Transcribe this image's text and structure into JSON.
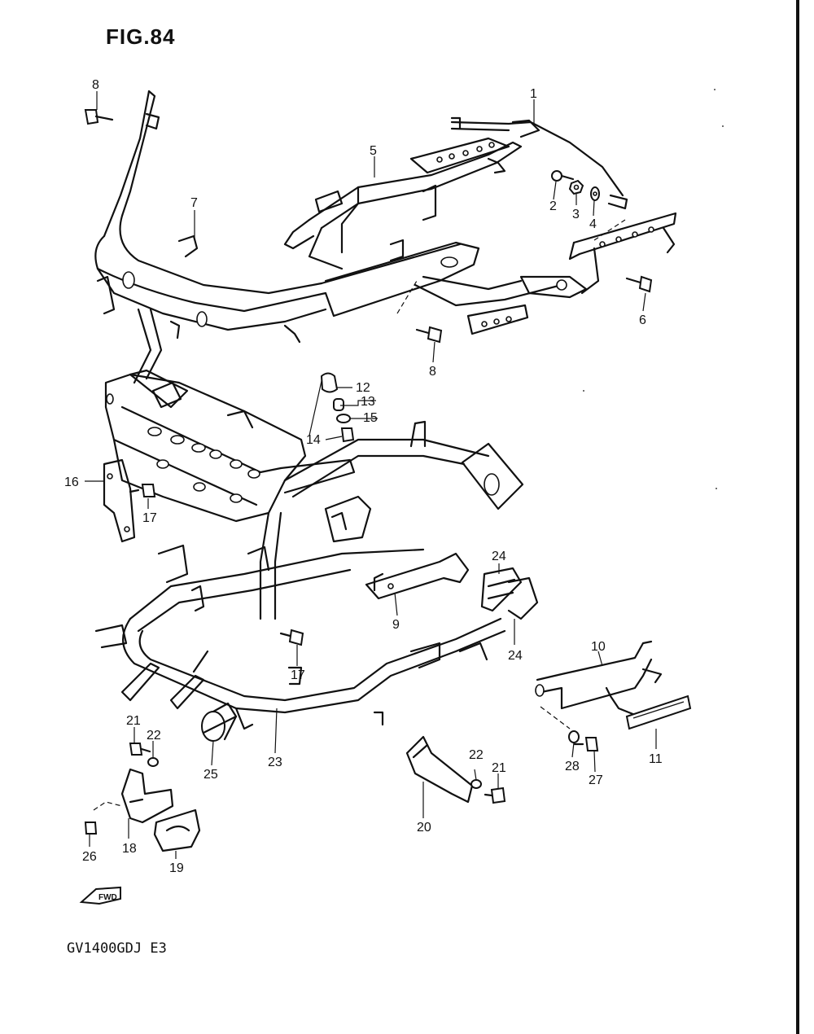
{
  "figure": {
    "title": "FIG.84",
    "model_code": "GV1400GDJ E3",
    "fwd_label": "FWD"
  },
  "callouts": [
    {
      "id": "c1",
      "label": "1"
    },
    {
      "id": "c2",
      "label": "2"
    },
    {
      "id": "c3",
      "label": "3"
    },
    {
      "id": "c4",
      "label": "4"
    },
    {
      "id": "c5",
      "label": "5"
    },
    {
      "id": "c6",
      "label": "6"
    },
    {
      "id": "c7",
      "label": "7"
    },
    {
      "id": "c8a",
      "label": "8"
    },
    {
      "id": "c8b",
      "label": "8"
    },
    {
      "id": "c9",
      "label": "9"
    },
    {
      "id": "c10",
      "label": "10"
    },
    {
      "id": "c11",
      "label": "11"
    },
    {
      "id": "c12",
      "label": "12"
    },
    {
      "id": "c13",
      "label": "13"
    },
    {
      "id": "c14",
      "label": "14"
    },
    {
      "id": "c15",
      "label": "15"
    },
    {
      "id": "c16",
      "label": "16"
    },
    {
      "id": "c17a",
      "label": "17"
    },
    {
      "id": "c17b",
      "label": "17"
    },
    {
      "id": "c18",
      "label": "18"
    },
    {
      "id": "c19",
      "label": "19"
    },
    {
      "id": "c20",
      "label": "20"
    },
    {
      "id": "c21a",
      "label": "21"
    },
    {
      "id": "c21b",
      "label": "21"
    },
    {
      "id": "c22a",
      "label": "22"
    },
    {
      "id": "c22b",
      "label": "22"
    },
    {
      "id": "c23",
      "label": "23"
    },
    {
      "id": "c24a",
      "label": "24"
    },
    {
      "id": "c24b",
      "label": "24"
    },
    {
      "id": "c25",
      "label": "25"
    },
    {
      "id": "c26",
      "label": "26"
    },
    {
      "id": "c27",
      "label": "27"
    },
    {
      "id": "c28",
      "label": "28"
    }
  ]
}
